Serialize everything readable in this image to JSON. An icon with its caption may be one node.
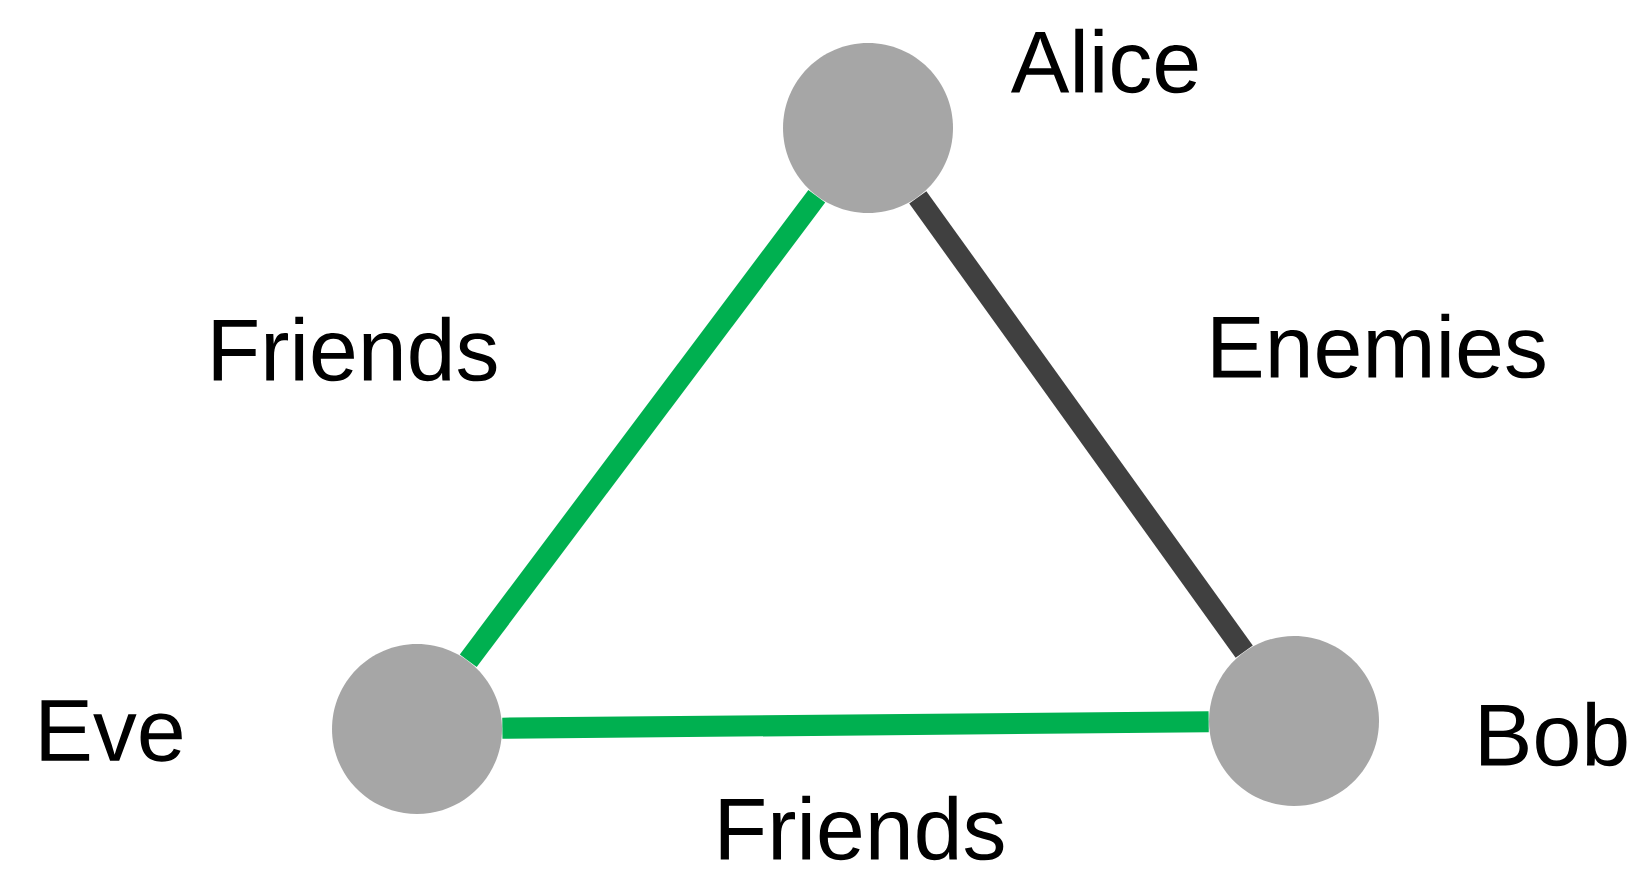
{
  "diagram": {
    "nodes": [
      {
        "text": [],
        "shape": "circle",
        "beside": [
          "Alice"
        ]
      },
      {
        "text": [],
        "shape": "circle",
        "beside": [
          "Eve"
        ]
      },
      {
        "text": [],
        "shape": "circle",
        "beside": [
          "Bob"
        ]
      }
    ],
    "edges": [
      {
        "from": 0,
        "to": 1,
        "arrow": "none",
        "label": "Friends"
      },
      {
        "from": 0,
        "to": 2,
        "arrow": "none",
        "label": "Enemies",
        "color": "#404040"
      },
      {
        "from": 1,
        "to": 2,
        "arrow": "none",
        "label": "Friends"
      }
    ]
  }
}
